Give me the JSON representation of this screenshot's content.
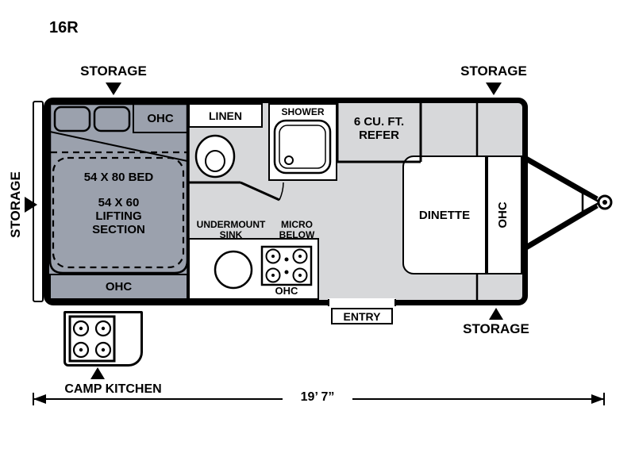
{
  "model": "16R",
  "colors": {
    "furniture": "#9ba1ad",
    "floor": "#d7d8da",
    "outline": "#000000"
  },
  "exterior": {
    "storage_top_left": "STORAGE",
    "storage_top_right": "STORAGE",
    "storage_left": "STORAGE",
    "storage_bottom_right": "STORAGE",
    "camp_kitchen": "CAMP KITCHEN",
    "length": "19’ 7”"
  },
  "interior": {
    "bed": {
      "ohc_top": "OHC",
      "ohc_bottom": "OHC",
      "size": "54 X 80 BED",
      "lifting_line1": "54 X 60",
      "lifting_line2": "LIFTING",
      "lifting_line3": "SECTION"
    },
    "bath": {
      "linen": "LINEN",
      "shower": "SHOWER"
    },
    "kitchen": {
      "sink_line1": "UNDERMOUNT",
      "sink_line2": "SINK",
      "micro_line1": "MICRO",
      "micro_line2": "BELOW",
      "ohc": "OHC"
    },
    "refer_line1": "6 CU. FT.",
    "refer_line2": "REFER",
    "dinette": "DINETTE",
    "ohc_rear": "OHC",
    "entry": "ENTRY"
  }
}
